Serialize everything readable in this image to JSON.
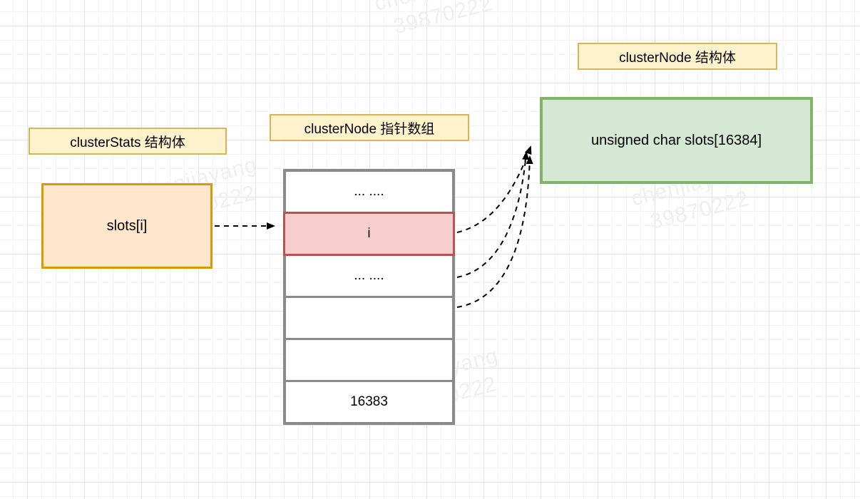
{
  "diagram": {
    "labels": {
      "cluster_stats": "clusterStats 结构体",
      "cluster_node_array": "clusterNode 指针数组",
      "cluster_node_struct": "clusterNode 结构体"
    },
    "slots_box_text": "slots[i]",
    "green_box_text": "unsigned char slots[16384]",
    "array": {
      "rows": [
        {
          "label": "... ....",
          "highlight": false
        },
        {
          "label": "i",
          "highlight": true
        },
        {
          "label": "... ....",
          "highlight": false
        },
        {
          "label": "",
          "highlight": false
        },
        {
          "label": "",
          "highlight": false
        },
        {
          "label": "16383",
          "highlight": false
        }
      ]
    },
    "watermark": {
      "line1": "chenjiayang",
      "line2": "39870222"
    },
    "colors": {
      "label_fill": "#fff2cc",
      "label_border": "#d6b656",
      "orange_fill": "#ffe6cc",
      "orange_border": "#d79b00",
      "red_fill": "#f8cecc",
      "red_border": "#b85450",
      "green_fill": "#d5e8d4",
      "green_border": "#82b366",
      "array_border": "#8a8a8a",
      "arrow": "#000000"
    }
  }
}
